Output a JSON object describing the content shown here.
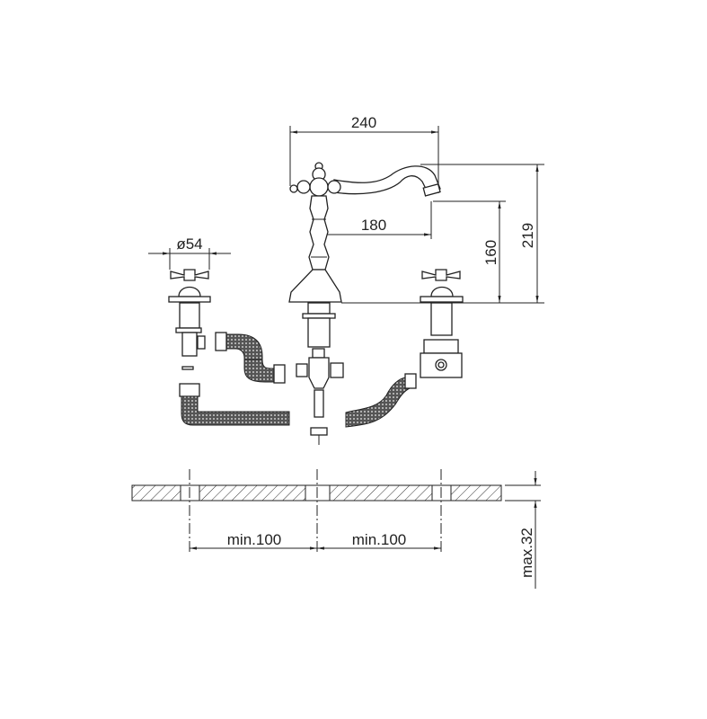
{
  "dimensions": {
    "spout_reach": "240",
    "spout_projection": "180",
    "spout_outlet_height": "160",
    "total_height": "219",
    "handle_diameter": "ø54",
    "hole_spacing_left": "min.100",
    "hole_spacing_right": "min.100",
    "deck_thickness": "max.32"
  },
  "colors": {
    "line": "#222222",
    "background": "#ffffff"
  }
}
